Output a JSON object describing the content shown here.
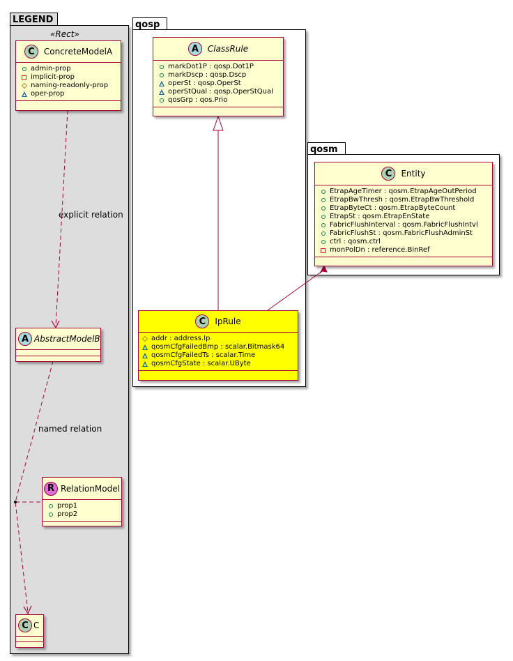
{
  "legend": {
    "title": "LEGEND",
    "stereotype": "«Rect»",
    "concrete_model": {
      "name": "ConcreteModelA",
      "badge": "C",
      "attributes": [
        {
          "vis": "pub",
          "text": "admin-prop"
        },
        {
          "vis": "priv",
          "text": "implicit-prop"
        },
        {
          "vis": "prot",
          "text": "naming-readonly-prop"
        },
        {
          "vis": "pkg",
          "text": "oper-prop"
        }
      ]
    },
    "abstract_model": {
      "name": "AbstractModelB",
      "badge": "A"
    },
    "relation_model": {
      "name": "RelationModel",
      "badge": "R",
      "attributes": [
        {
          "vis": "pub",
          "text": "prop1"
        },
        {
          "vis": "pub",
          "text": "prop2"
        }
      ]
    },
    "c_model": {
      "name": "C",
      "badge": "C"
    },
    "explicit_relation_label": "explicit relation",
    "named_relation_label": "named relation"
  },
  "qosp": {
    "title": "qosp",
    "class_rule": {
      "name": "ClassRule",
      "badge": "A",
      "attributes": [
        {
          "vis": "pub",
          "text": "markDot1P : qosp.Dot1P"
        },
        {
          "vis": "pub",
          "text": "markDscp : qosp.Dscp"
        },
        {
          "vis": "pkg",
          "text": "operSt : qosp.OperSt"
        },
        {
          "vis": "pkg",
          "text": "operStQual : qosp.OperStQual"
        },
        {
          "vis": "pub",
          "text": "qosGrp : qos.Prio"
        }
      ]
    },
    "ip_rule": {
      "name": "IpRule",
      "badge": "C",
      "attributes": [
        {
          "vis": "prot",
          "text": "addr : address.Ip"
        },
        {
          "vis": "pkg",
          "text": "qosmCfgFailedBmp : scalar.Bitmask64"
        },
        {
          "vis": "pkg",
          "text": "qosmCfgFailedTs : scalar.Time"
        },
        {
          "vis": "pkg",
          "text": "qosmCfgState : scalar.UByte"
        }
      ]
    }
  },
  "qosm": {
    "title": "qosm",
    "entity": {
      "name": "Entity",
      "badge": "C",
      "attributes": [
        {
          "vis": "pub",
          "text": "EtrapAgeTimer : qosm.EtrapAgeOutPeriod"
        },
        {
          "vis": "pub",
          "text": "EtrapBwThresh : qosm.EtrapBwThreshold"
        },
        {
          "vis": "pub",
          "text": "EtrapByteCt : qosm.EtrapByteCount"
        },
        {
          "vis": "pub",
          "text": "EtrapSt : qosm.EtrapEnState"
        },
        {
          "vis": "pub",
          "text": "FabricFlushInterval : qosm.FabricFlushIntvl"
        },
        {
          "vis": "pub",
          "text": "FabricFlushSt : qosm.FabricFlushAdminSt"
        },
        {
          "vis": "pub",
          "text": "ctrl : qosm.ctrl"
        },
        {
          "vis": "priv",
          "text": "monPolDn : reference.BinRef"
        }
      ]
    }
  },
  "colors": {
    "class_fill": "#FEFECE",
    "class_border": "#A80036",
    "highlight_fill": "#FFFF00",
    "legend_fill": "#DDDDDD",
    "badge_class": "#ADD1B2",
    "badge_abstract": "#A9DCDF",
    "badge_relation": "#DA70D6"
  }
}
